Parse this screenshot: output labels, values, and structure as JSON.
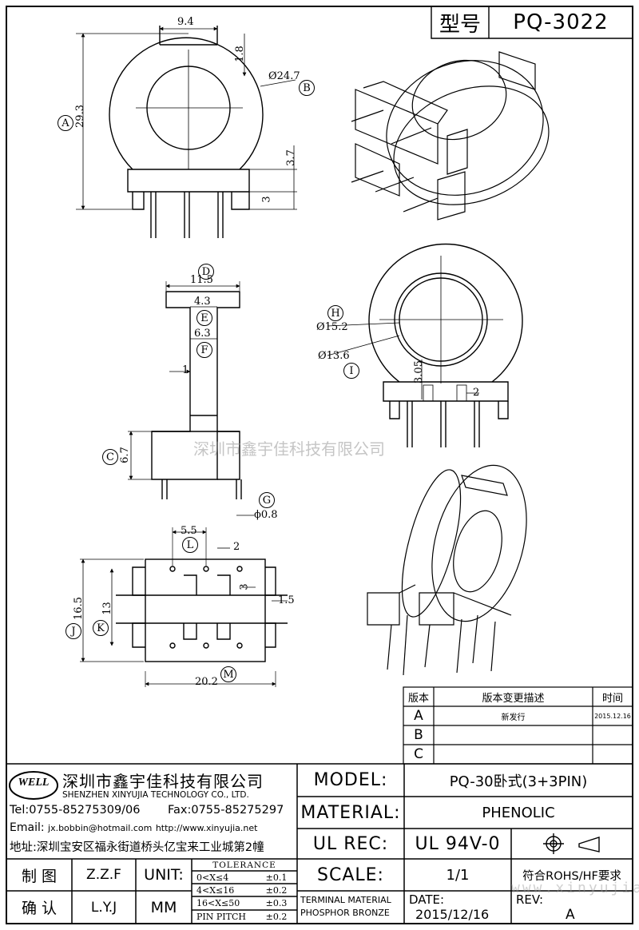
{
  "title_block": {
    "type_label": "型号",
    "part_number": "PQ-3022"
  },
  "dimensions": {
    "front": {
      "d1": "9.4",
      "d2": "1.8",
      "d3": "Ø24.7",
      "d4": "29.3",
      "d5": "3.7",
      "d6": "3"
    },
    "section": {
      "d1": "11.5",
      "d2": "4.3",
      "d3": "6.3",
      "d4": "1",
      "d5": "6.7",
      "d6": "ϕ0.8"
    },
    "bottom": {
      "d1": "5.5",
      "d2": "2",
      "d3": "3",
      "d4": "1.5",
      "d5": "16.5",
      "d6": "13",
      "d7": "20.2"
    },
    "side": {
      "d1": "Ø15.2",
      "d2": "Ø13.6",
      "d3": "3.05",
      "d4": "2"
    }
  },
  "callouts": [
    "A",
    "B",
    "C",
    "D",
    "E",
    "F",
    "G",
    "H",
    "I",
    "J",
    "K",
    "L",
    "M"
  ],
  "watermark": "深圳市鑫宇佳科技有限公司",
  "watermark_url": "www.xinyujia.net",
  "revision_table": {
    "headers": [
      "版本",
      "版本变更描述",
      "时间"
    ],
    "rows": [
      {
        "ver": "A",
        "desc": "新发行",
        "date": "2015.12.16"
      },
      {
        "ver": "B",
        "desc": "",
        "date": ""
      },
      {
        "ver": "C",
        "desc": "",
        "date": ""
      }
    ]
  },
  "company": {
    "logo_text": "WELL",
    "name_cn": "深圳市鑫宇佳科技有限公司",
    "name_en": "SHENZHEN XINYUJIA TECHNOLOGY CO., LTD.",
    "tel": "Tel:0755-85275309/06",
    "fax": "Fax:0755-85275297",
    "email_label": "Email:",
    "email": "jx.bobbin@hotmail.com",
    "website": "http://www.xinyujia.net",
    "address": "地址:深圳宝安区福永街道桥头亿宝来工业城第2幢"
  },
  "specs": {
    "model_label": "MODEL:",
    "model_value": "PQ-30卧式(3+3PIN)",
    "material_label": "MATERIAL:",
    "material_value": "PHENOLIC",
    "ulrec_label": "UL REC:",
    "ulrec_value": "UL 94V-0",
    "scale_label": "SCALE:",
    "scale_value": "1/1",
    "rohs": "符合ROHS/HF要求",
    "terminal_label": "TERMINAL MATERIAL",
    "terminal_value": "PHOSPHOR BRONZE",
    "date_label": "DATE:",
    "date_value": "2015/12/16",
    "rev_label": "REV:",
    "rev_value": "A"
  },
  "signoff": {
    "drawn_label": "制 图",
    "drawn_by": "Z.Z.F",
    "checked_label": "确 认",
    "checked_by": "L.Y.J",
    "unit_label": "UNIT:",
    "unit_value": "MM"
  },
  "tolerance": {
    "title": "TOLERANCE",
    "rows": [
      {
        "range": "0<X≤4",
        "tol": "±0.1"
      },
      {
        "range": "4<X≤16",
        "tol": "±0.2"
      },
      {
        "range": "16<X≤50",
        "tol": "±0.3"
      },
      {
        "range": "PIN PITCH",
        "tol": "±0.2"
      }
    ]
  }
}
